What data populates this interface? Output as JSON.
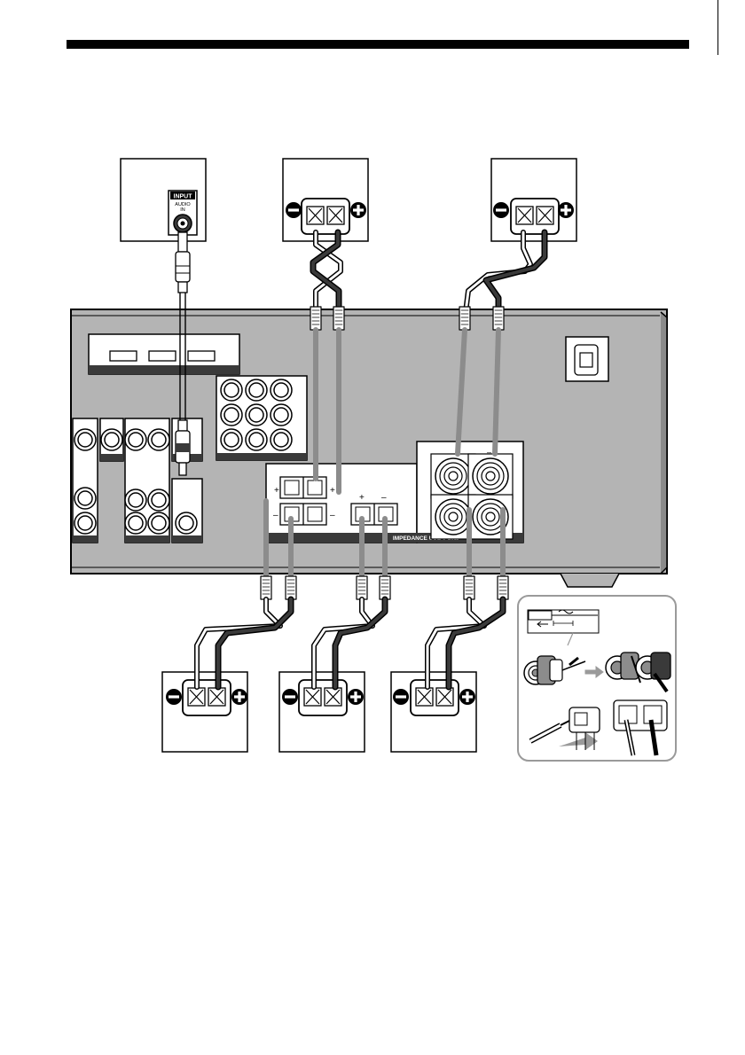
{
  "diagram": {
    "input_jack": {
      "title": "INPUT",
      "sub1": "AUDIO",
      "sub2": "IN"
    },
    "impedance_label": "IMPEDANCE USE 6-16Ω",
    "terminal_signs": {
      "plus": "+",
      "minus": "–"
    },
    "colors": {
      "line": "#000000",
      "panel": "#b4b4b4",
      "dark": "#3a3a3a",
      "wire_gray": "#8c8c8c"
    }
  }
}
